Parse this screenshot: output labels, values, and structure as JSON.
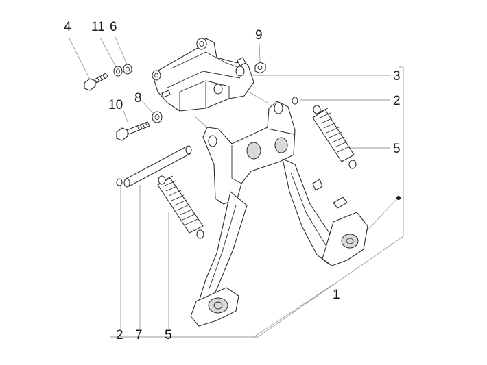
{
  "diagram": {
    "callouts": [
      {
        "id": "c4",
        "text": "4"
      },
      {
        "id": "c11",
        "text": "11"
      },
      {
        "id": "c6",
        "text": "6"
      },
      {
        "id": "c9",
        "text": "9"
      },
      {
        "id": "c3",
        "text": "3"
      },
      {
        "id": "c2a",
        "text": "2"
      },
      {
        "id": "c8",
        "text": "8"
      },
      {
        "id": "c10",
        "text": "10"
      },
      {
        "id": "c5a",
        "text": "5"
      },
      {
        "id": "c1",
        "text": "1"
      },
      {
        "id": "c2b",
        "text": "2"
      },
      {
        "id": "c7",
        "text": "7"
      },
      {
        "id": "c5b",
        "text": "5"
      }
    ],
    "colors": {
      "line": "#2a2a2a",
      "leader": "#9a9a9a",
      "label": "#1a1a1a"
    }
  }
}
